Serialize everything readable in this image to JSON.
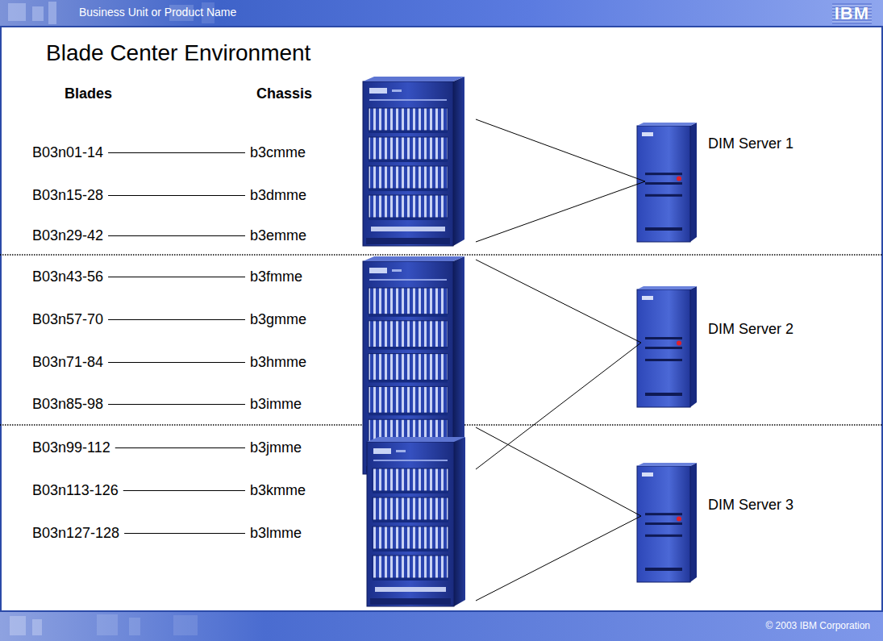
{
  "diagram": {
    "title": "Blade Center Environment",
    "nodes": [
      {
        "text": [
          "B03n01-14"
        ]
      },
      {
        "text": [
          "b3cmme"
        ]
      },
      {
        "text": [
          "B03n15-28"
        ]
      },
      {
        "text": [
          "b3dmme"
        ]
      },
      {
        "text": [
          "B03n29-42"
        ]
      },
      {
        "text": [
          "b3emme"
        ]
      },
      {
        "text": [
          "B03n43-56"
        ]
      },
      {
        "text": [
          "b3fmme"
        ]
      },
      {
        "text": [
          "B03n57-70"
        ]
      },
      {
        "text": [
          "b3gmme"
        ]
      },
      {
        "text": [
          "B03n71-84"
        ]
      },
      {
        "text": [
          "b3hmme"
        ]
      },
      {
        "text": [
          "B03n85-98"
        ]
      },
      {
        "text": [
          "b3imme"
        ]
      },
      {
        "text": [
          "B03n99-112"
        ]
      },
      {
        "text": [
          "b3jmme"
        ]
      },
      {
        "text": [
          "B03n113-126"
        ]
      },
      {
        "text": [
          "b3kmme"
        ]
      },
      {
        "text": [
          "B03n127-128"
        ]
      },
      {
        "text": [
          "b3lmme"
        ]
      },
      {
        "text": [
          "DIM Server 1"
        ]
      },
      {
        "text": [
          "DIM Server 2"
        ]
      },
      {
        "text": [
          "DIM Server 3"
        ]
      }
    ],
    "edges": [
      {
        "from": 0,
        "to": 1,
        "arrow": "none"
      },
      {
        "from": 2,
        "to": 3,
        "arrow": "none"
      },
      {
        "from": 4,
        "to": 5,
        "arrow": "none"
      },
      {
        "from": 6,
        "to": 7,
        "arrow": "none"
      },
      {
        "from": 8,
        "to": 9,
        "arrow": "none"
      },
      {
        "from": 10,
        "to": 11,
        "arrow": "none"
      },
      {
        "from": 12,
        "to": 13,
        "arrow": "none"
      },
      {
        "from": 14,
        "to": 15,
        "arrow": "none"
      },
      {
        "from": 16,
        "to": 17,
        "arrow": "none"
      },
      {
        "from": 18,
        "to": 19,
        "arrow": "none"
      }
    ],
    "labels": [
      "Business Unit or Product Name",
      "IBM",
      "Blades",
      "Chassis",
      "© 2003 IBM Corporation"
    ]
  }
}
